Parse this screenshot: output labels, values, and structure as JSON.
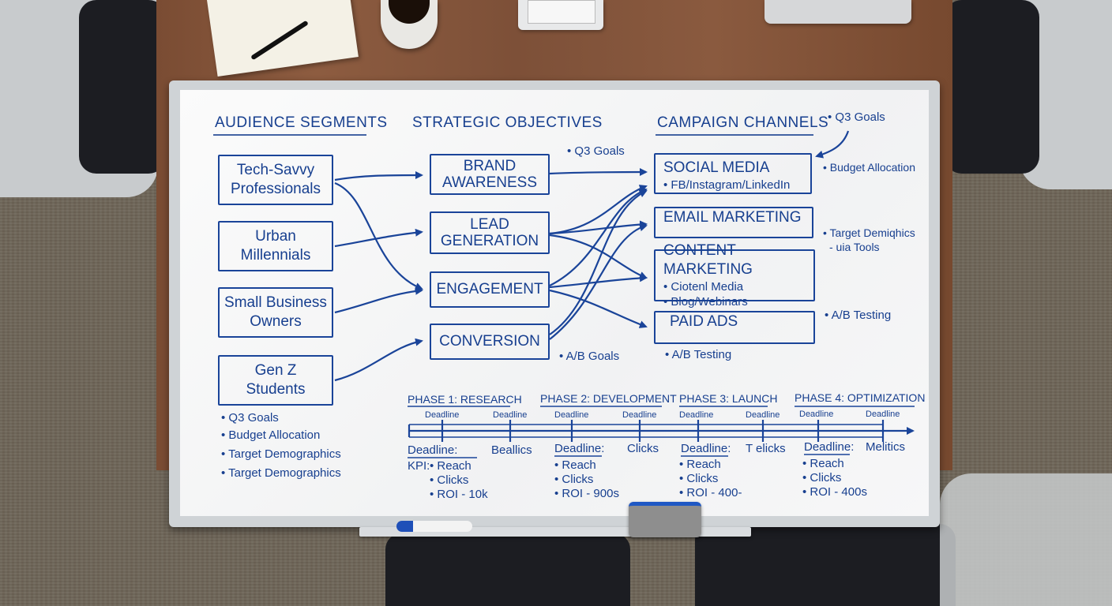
{
  "headers": {
    "audience": "AUDIENCE SEGMENTS",
    "objectives": "STRATEGIC OBJECTIVES",
    "channels": "CAMPAIGN CHANNELS"
  },
  "segments": [
    {
      "line1": "Tech-Savvy",
      "line2": "Professionals"
    },
    {
      "line1": "Urban",
      "line2": "Millennials"
    },
    {
      "line1": "Small Business",
      "line2": "Owners"
    },
    {
      "line1": "Gen Z",
      "line2": "Students"
    }
  ],
  "objectives": [
    {
      "line1": "BRAND",
      "line2": "AWARENESS"
    },
    {
      "line1": "LEAD",
      "line2": "GENERATION"
    },
    {
      "line1": "ENGAGEMENT",
      "line2": ""
    },
    {
      "line1": "CONVERSION",
      "line2": ""
    }
  ],
  "channels": [
    {
      "title": "SOCIAL MEDIA",
      "sub1": "• FB/Instagram/LinkedIn",
      "sub2": ""
    },
    {
      "title": "EMAIL MARKETING",
      "sub1": "",
      "sub2": ""
    },
    {
      "title": "CONTENT MARKETING",
      "sub1": "• Ciotenl Media",
      "sub2": "• Blog/Webinars"
    },
    {
      "title": "PAID ADS",
      "sub1": "",
      "sub2": ""
    }
  ],
  "annotations": {
    "q3_goals_mid": "• Q3 Goals",
    "q3_goals_top": "• Q3 Goals",
    "budget_allocation_right": "• Budget Allocation",
    "target_demographics_right_1": "• Target Demiqhics",
    "target_demographics_right_2": "- uia Tools",
    "ab_testing_right": "• A/B Testing",
    "ab_testing_under_paid": "• A/B Testing",
    "ab_goals": "• A/B Goals"
  },
  "left_notes": [
    "• Q3 Goals",
    "• Budget Allocation",
    "• Target Demographics",
    "• Target Demographics"
  ],
  "timeline": {
    "phases": [
      {
        "title": "PHASE 1: RESEARCH",
        "deadlines": [
          "Deadline",
          "Deadline"
        ],
        "bottom_label": "Deadline:",
        "bottom_extra": "Beallics",
        "kpi_prefix": "KPI:",
        "kpis": [
          "• Reach",
          "• Clicks",
          "• ROI - 10k"
        ]
      },
      {
        "title": "PHASE 2: DEVELOPMENT",
        "deadlines": [
          "Deadline",
          "Deadline"
        ],
        "bottom_label": "Deadline:",
        "bottom_extra": "Clicks",
        "kpi_prefix": "",
        "kpis": [
          "• Reach",
          "• Clicks",
          "• ROI - 900s"
        ]
      },
      {
        "title": "PHASE 3: LAUNCH",
        "deadlines": [
          "Deadline",
          "Deadline"
        ],
        "bottom_label": "Deadline:",
        "bottom_extra": "T elicks",
        "kpi_prefix": "",
        "kpis": [
          "• Reach",
          "• Clicks",
          "• ROI - 400-"
        ]
      },
      {
        "title": "PHASE 4: OPTIMIZATION",
        "deadlines": [
          "Deadline",
          "Deadline"
        ],
        "bottom_label": "Deadline:",
        "bottom_extra": "Melitics",
        "kpi_prefix": "",
        "kpis": [
          "• Reach",
          "• Clicks",
          "• ROI - 400s"
        ]
      }
    ]
  },
  "colors": {
    "ink": "#173f8f",
    "board": "#f4f5f6",
    "table": "#845539",
    "carpet": "#6e6558"
  }
}
